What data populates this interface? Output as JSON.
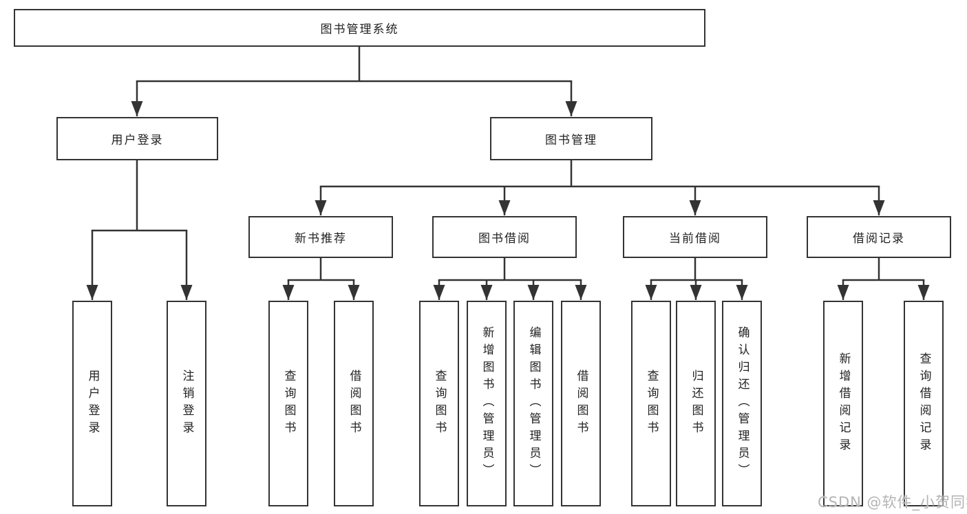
{
  "diagram": {
    "root": {
      "label": "图书管理系统"
    },
    "level2": [
      {
        "id": "user-login",
        "label": "用户登录"
      },
      {
        "id": "book-management",
        "label": "图书管理"
      }
    ],
    "level3": [
      {
        "id": "new-book-recommend",
        "label": "新书推荐"
      },
      {
        "id": "book-borrowing",
        "label": "图书借阅"
      },
      {
        "id": "current-borrowing",
        "label": "当前借阅"
      },
      {
        "id": "borrowing-records",
        "label": "借阅记录"
      }
    ],
    "leaves": {
      "user_login": [
        "用户登录",
        "注销登录"
      ],
      "new_book": [
        "查询图书",
        "借阅图书"
      ],
      "book_borrow": [
        "查询图书",
        "新增图书（管理员）",
        "编辑图书（管理员）",
        "借阅图书"
      ],
      "current_borrow": [
        "查询图书",
        "归还图书",
        "确认归还（管理员）"
      ],
      "borrow_records": [
        "新增借阅记录",
        "查询借阅记录"
      ]
    }
  },
  "watermark": "CSDN @软件_小贺同学",
  "colors": {
    "line": "#333333",
    "text": "#222222",
    "watermark": "#b3b3b3",
    "background": "#ffffff"
  }
}
